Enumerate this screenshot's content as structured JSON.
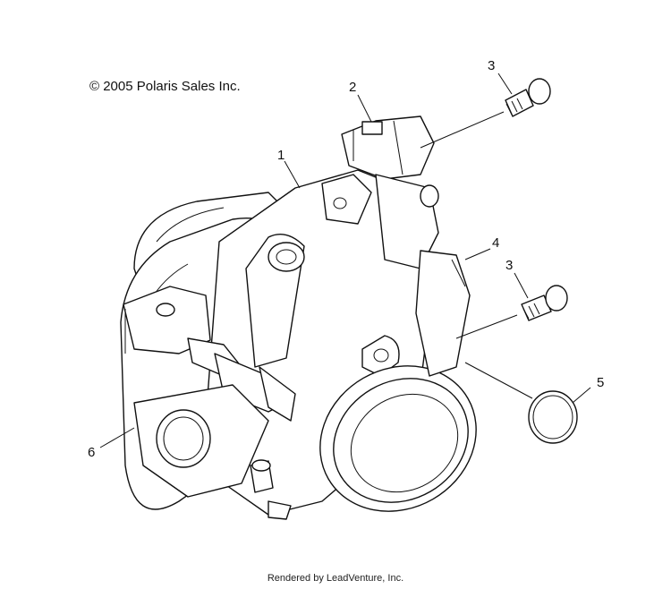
{
  "copyright": "© 2005 Polaris Sales Inc.",
  "footer": "Rendered by LeadVenture, Inc.",
  "callouts": [
    "1",
    "2",
    "3",
    "3",
    "4",
    "5",
    "6"
  ]
}
